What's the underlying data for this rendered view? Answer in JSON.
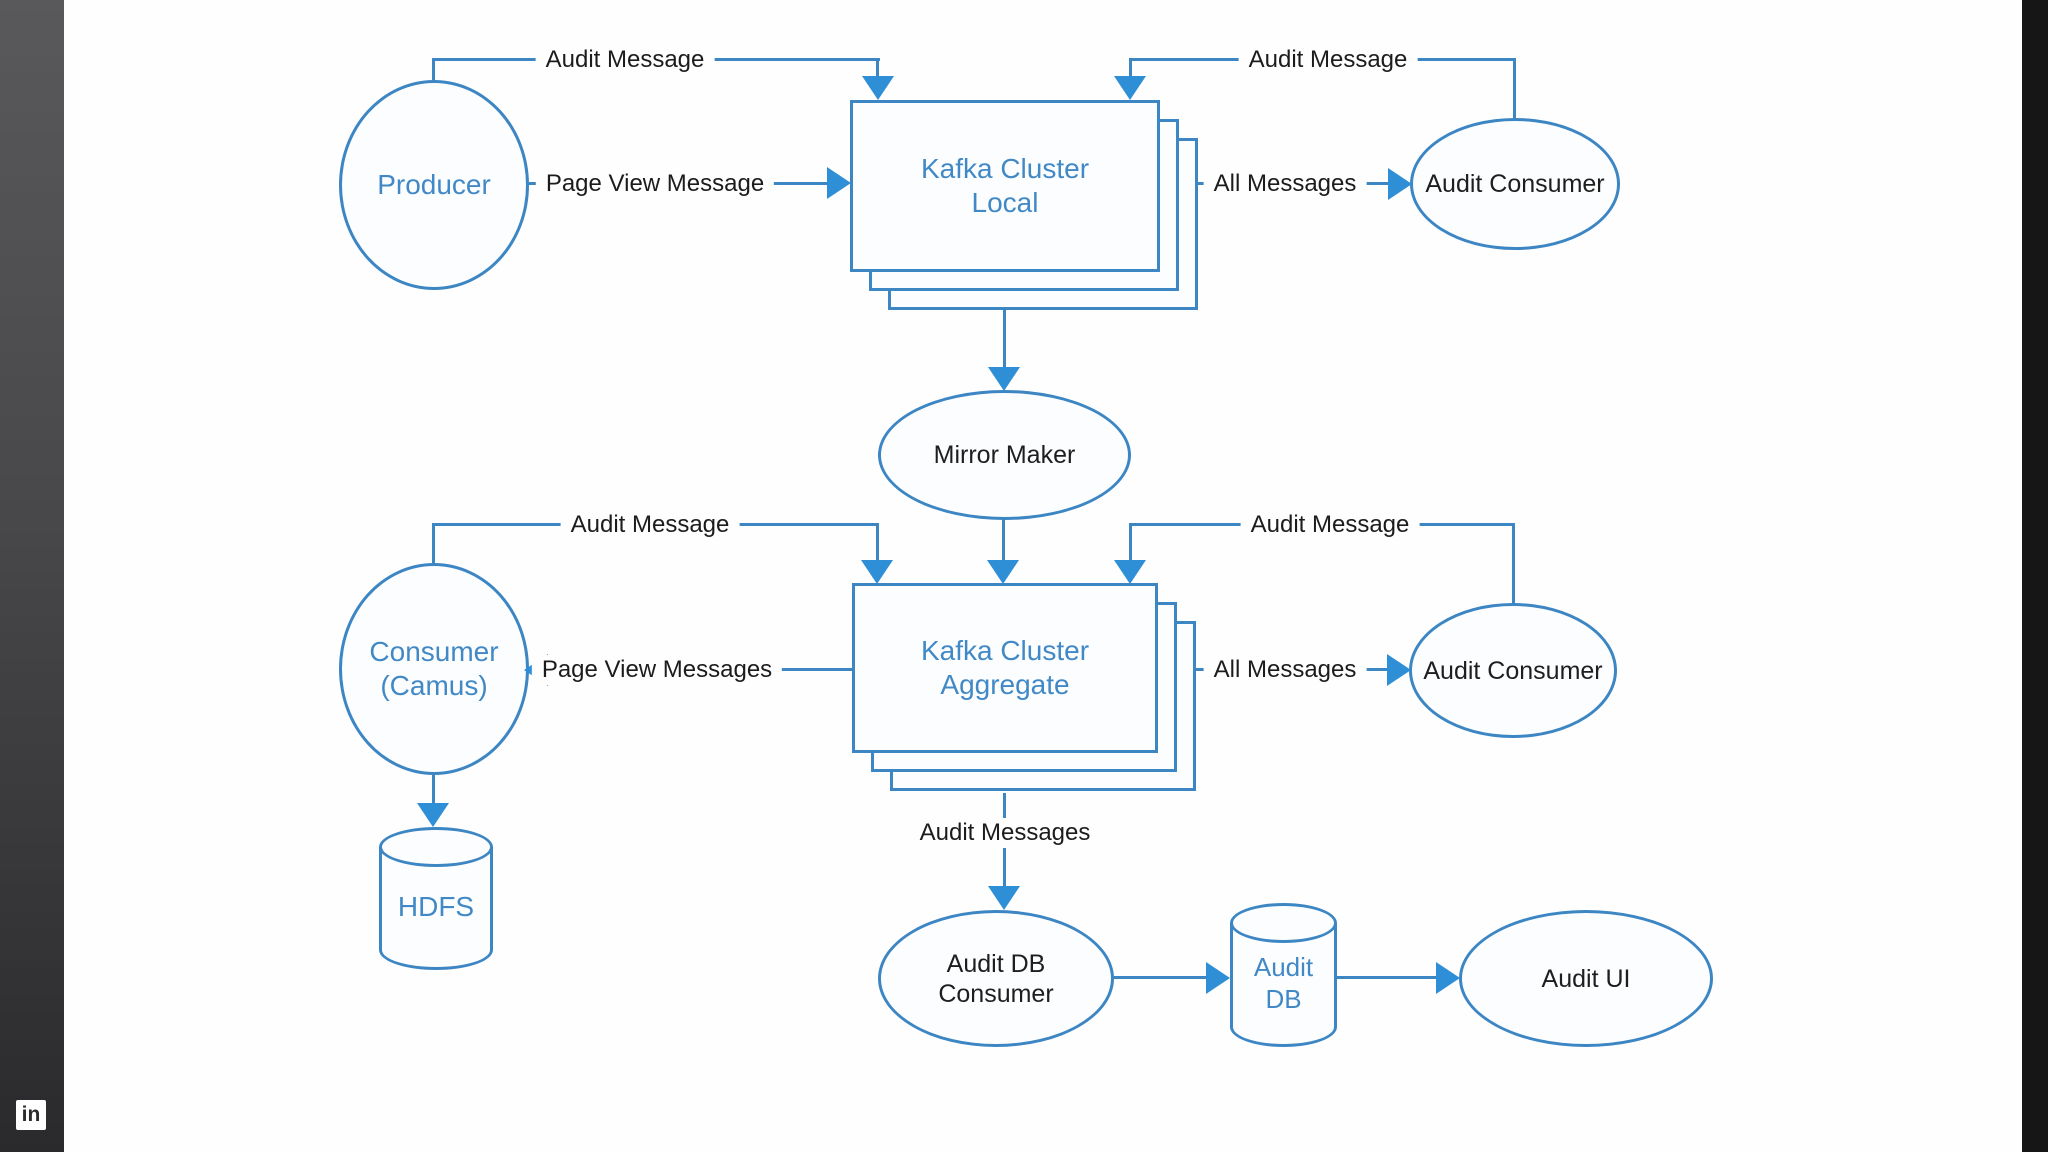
{
  "colors": {
    "line_blue": "#3d86c4",
    "arrow_blue": "#2f8fd6",
    "node_text_blue": "#4189c6",
    "label_text": "#1c1c1c",
    "sidebar_dark_top": "#59595b",
    "sidebar_dark_bottom": "#2a2a2c",
    "canvas": "#fefefe"
  },
  "nodes": {
    "producer": {
      "label": "Producer"
    },
    "kafka_local": {
      "line1": "Kafka Cluster",
      "line2": "Local"
    },
    "audit_consumer_top": {
      "label": "Audit Consumer"
    },
    "mirror_maker": {
      "label": "Mirror Maker"
    },
    "consumer_camus": {
      "line1": "Consumer",
      "line2": "(Camus)"
    },
    "kafka_aggregate": {
      "line1": "Kafka Cluster",
      "line2": "Aggregate"
    },
    "audit_consumer_mid": {
      "label": "Audit Consumer"
    },
    "hdfs": {
      "label": "HDFS"
    },
    "audit_db_consumer": {
      "line1": "Audit DB",
      "line2": "Consumer"
    },
    "audit_db": {
      "line1": "Audit",
      "line2": "DB"
    },
    "audit_ui": {
      "label": "Audit UI"
    }
  },
  "edge_labels": {
    "audit_message_top_left": "Audit Message",
    "audit_message_top_right": "Audit Message",
    "page_view_message": "Page View Message",
    "all_messages_top": "All Messages",
    "audit_message_mid_left": "Audit Message",
    "audit_message_mid_right": "Audit Message",
    "page_view_messages": "Page View Messages",
    "all_messages_mid": "All Messages",
    "audit_messages_bottom": "Audit Messages"
  },
  "watermark": {
    "linkedin": "in"
  }
}
